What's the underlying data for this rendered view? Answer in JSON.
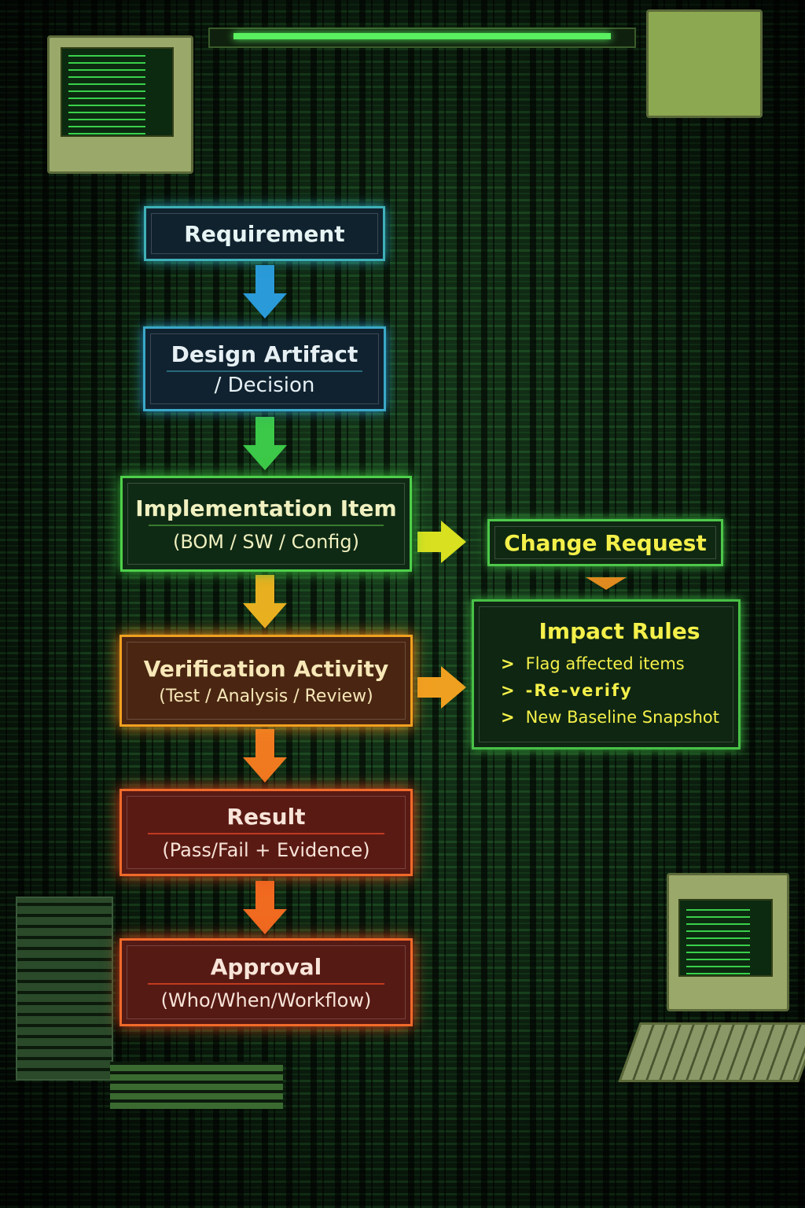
{
  "flow": [
    {
      "id": "requirement",
      "title": "Requirement"
    },
    {
      "id": "design",
      "title": "Design Artifact",
      "subtitle": "/ Decision"
    },
    {
      "id": "implementation",
      "title": "Implementation Item",
      "subtitle": "(BOM / SW / Config)"
    },
    {
      "id": "verification",
      "title": "Verification Activity",
      "subtitle": "(Test / Analysis / Review)"
    },
    {
      "id": "result",
      "title": "Result",
      "subtitle": "(Pass/Fail + Evidence)"
    },
    {
      "id": "approval",
      "title": "Approval",
      "subtitle": "(Who/When/Workflow)"
    }
  ],
  "change_request": {
    "title": "Change Request"
  },
  "impact_rules": {
    "title": "Impact Rules",
    "bullet": ">",
    "items": [
      "Flag affected items",
      "-Re-verify",
      "New Baseline Snapshot"
    ]
  },
  "colors": {
    "requirement": "#3fb0b8",
    "design": "#3aa8c8",
    "implementation": "#4ed04a",
    "verification": "#f0a020",
    "result": "#f06a2a",
    "approval": "#f06a2a",
    "change": "#4ec84a",
    "text_yellow": "#f4f04a"
  }
}
